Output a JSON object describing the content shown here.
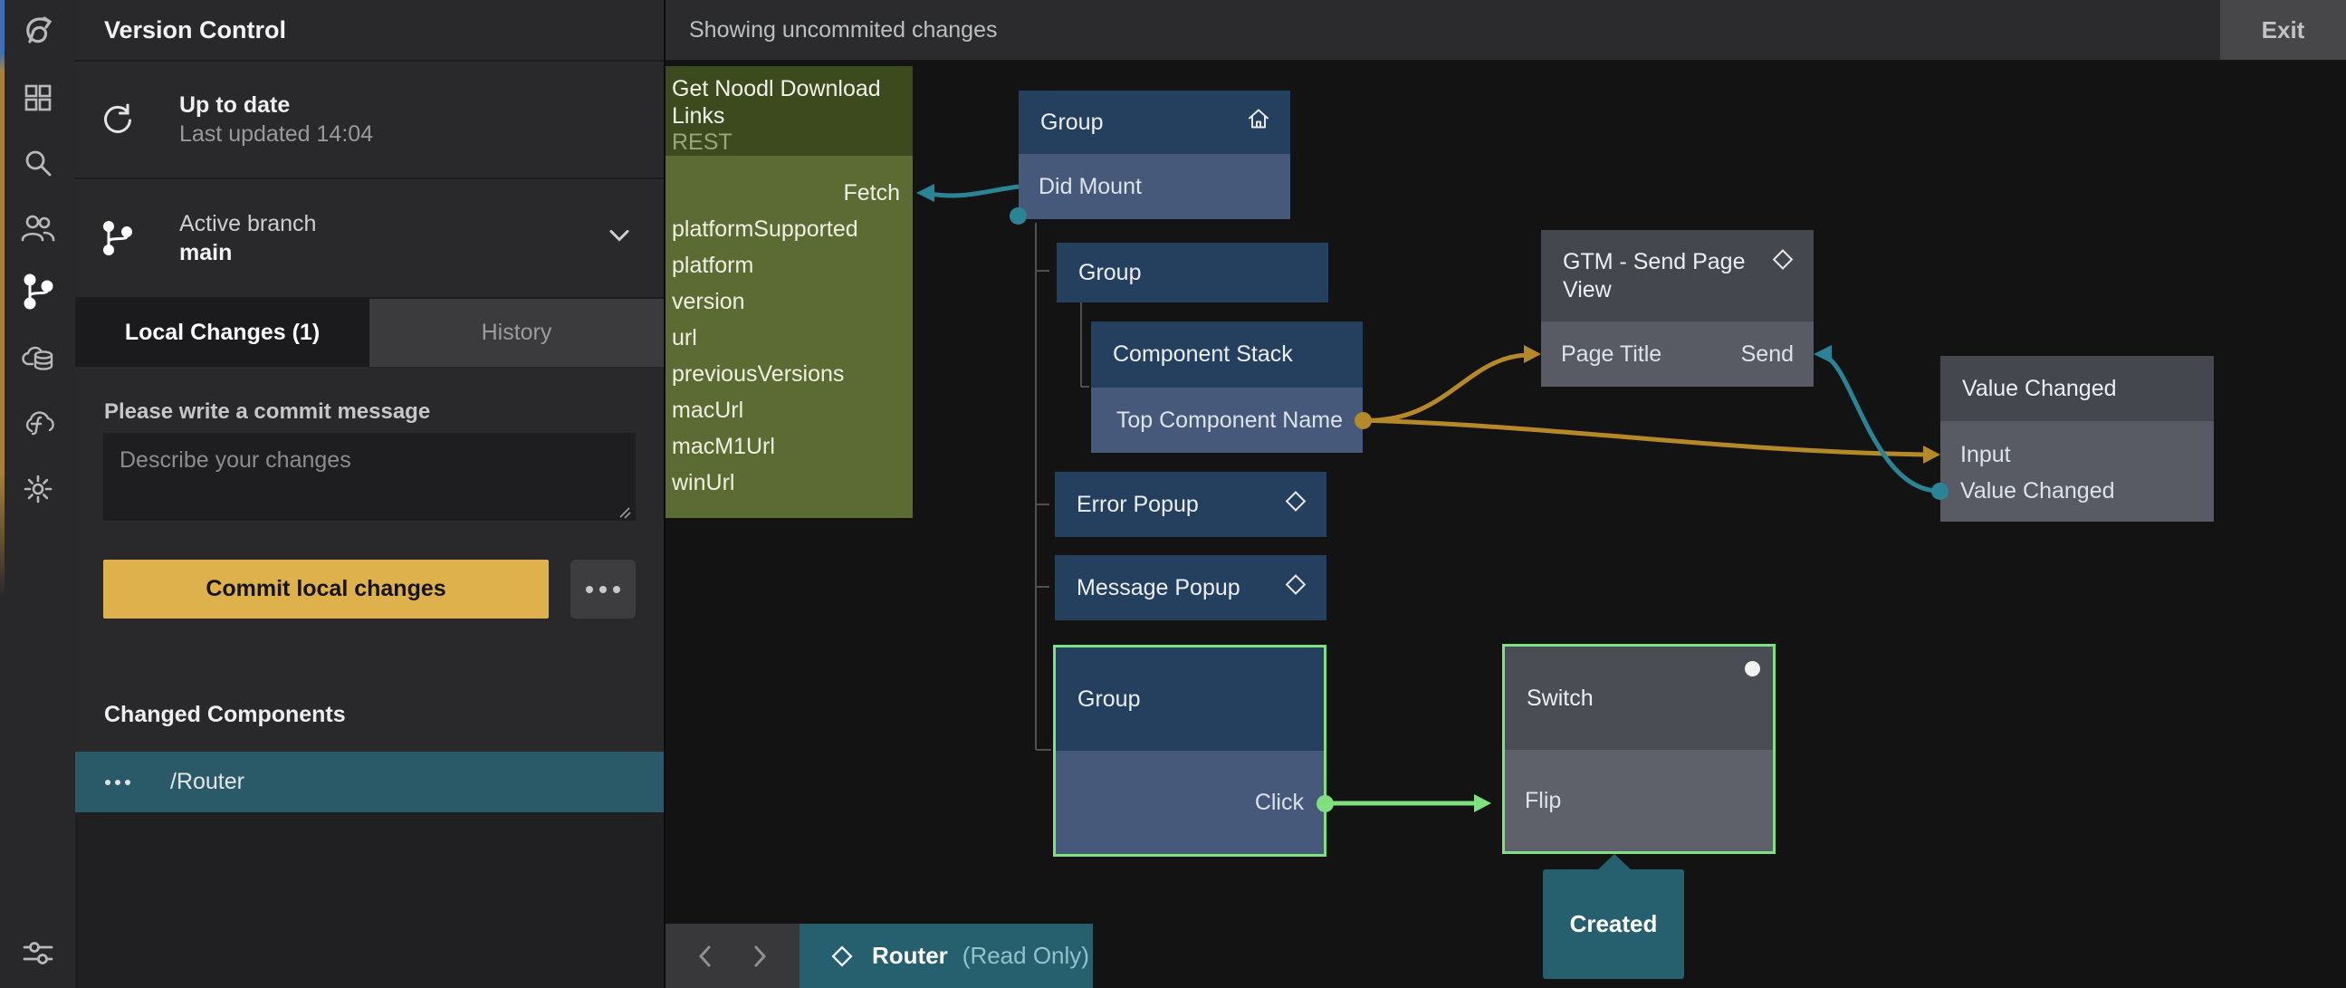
{
  "topbar": {
    "status": "Showing uncommited changes",
    "exit_label": "Exit"
  },
  "sidebar": {
    "icons": [
      "noodl-logo",
      "components-grid",
      "search",
      "collaboration-users",
      "version-control-branch",
      "cloud-data",
      "cloud-functions",
      "settings-gear",
      "preferences-sliders"
    ],
    "active_icon": "version-control-branch"
  },
  "panel": {
    "title": "Version Control",
    "sync": {
      "title": "Up to date",
      "subtitle": "Last updated 14:04"
    },
    "branch": {
      "label": "Active branch",
      "name": "main"
    },
    "tabs": {
      "local": "Local Changes (1)",
      "history": "History"
    },
    "commit": {
      "label": "Please write a commit message",
      "placeholder": "Describe your changes",
      "button_label": "Commit local changes"
    },
    "changed": {
      "heading": "Changed Components",
      "items": [
        {
          "label": "/Router"
        }
      ]
    }
  },
  "graph": {
    "rest": {
      "title": "Get Noodl Download Links",
      "subtitle": "REST",
      "input_port": "Fetch",
      "outputs": [
        "platformSupported",
        "platform",
        "version",
        "url",
        "previousVersions",
        "macUrl",
        "macM1Url",
        "winUrl"
      ]
    },
    "group_root": {
      "title": "Group",
      "icon": "home-icon",
      "port": "Did Mount"
    },
    "group_child": {
      "title": "Group"
    },
    "component_stack": {
      "title": "Component Stack",
      "port": "Top Component Name"
    },
    "gtm": {
      "title": "GTM - Send Page View",
      "icon": "diamond-icon",
      "input_port": "Page Title",
      "signal_port": "Send"
    },
    "value_changed": {
      "title": "Value Changed",
      "input_port": "Input",
      "output_port": "Value Changed"
    },
    "error_popup": {
      "title": "Error Popup",
      "icon": "diamond-icon"
    },
    "message_popup": {
      "title": "Message Popup",
      "icon": "diamond-icon"
    },
    "group_selected": {
      "title": "Group",
      "port": "Click",
      "selected": true
    },
    "switch_node": {
      "title": "Switch",
      "port": "Flip",
      "selected": true
    },
    "created_badge": {
      "label": "Created"
    }
  },
  "bottombar": {
    "tab_title": "Router",
    "tab_badge": "(Read Only)"
  },
  "colors": {
    "commit_yellow": "#dfb14c",
    "wire_teal": "#2a8496",
    "wire_yellow": "#b5882a",
    "wire_green": "#7ee07e",
    "selection_green": "#7ee07e",
    "node_navy": "#24405e",
    "node_navy_light": "#46597a",
    "node_olive": "#5b6b33",
    "node_olive_dark": "#3d4a1d",
    "node_gray": "#45474f",
    "node_gray_light": "#585b63",
    "router_teal": "#26606f",
    "changed_row_teal": "#2a5a68"
  }
}
